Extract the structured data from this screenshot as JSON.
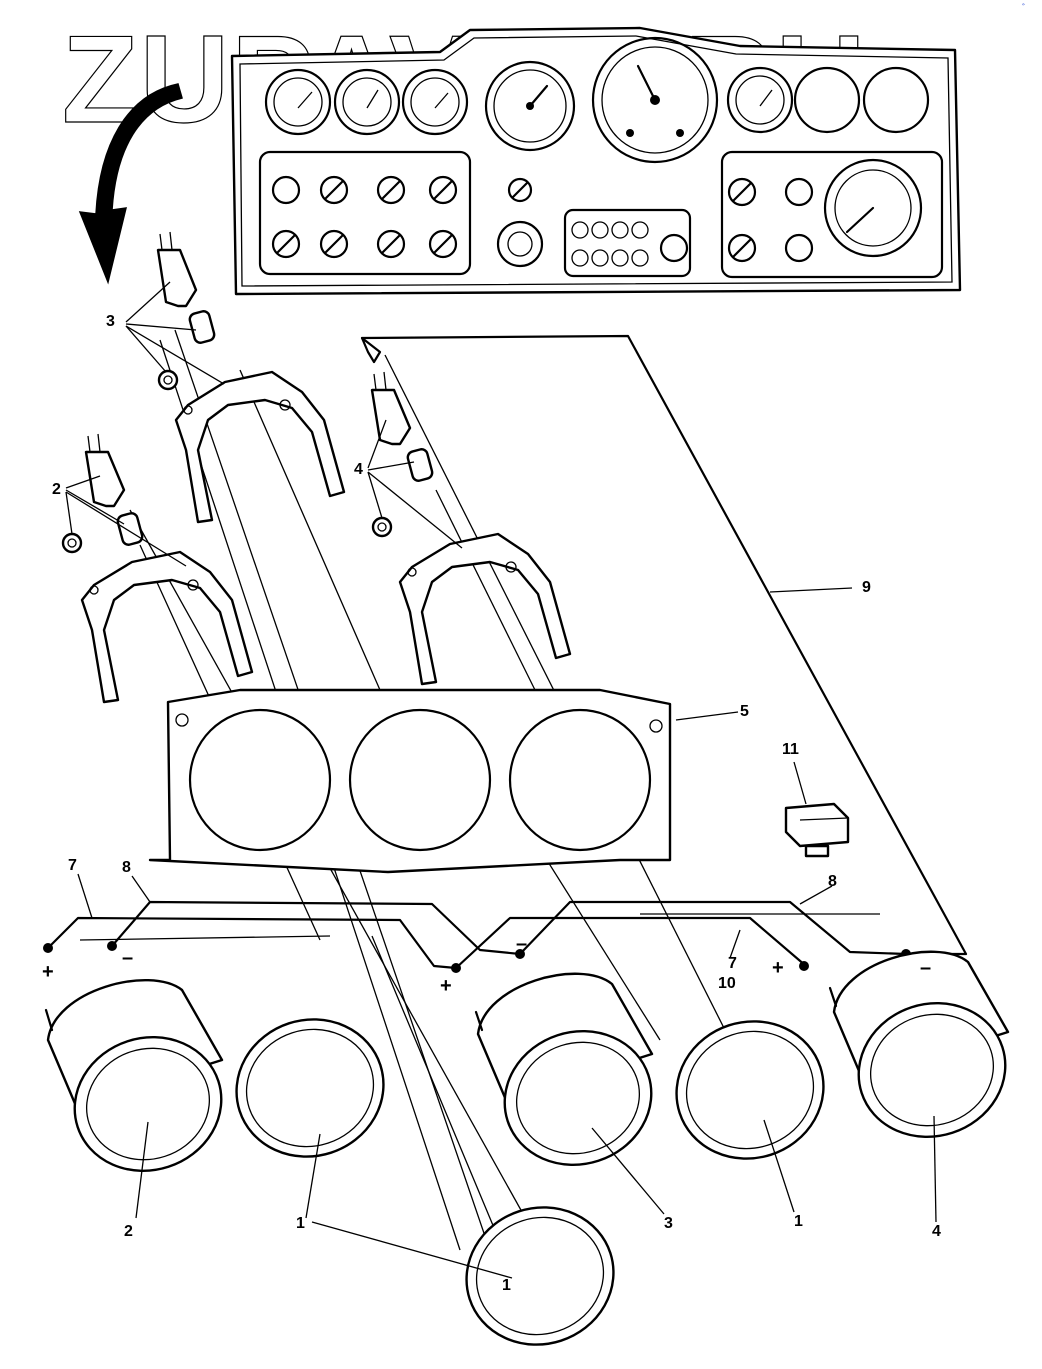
{
  "watermark": "ZUPAVTO.RU",
  "corner_mark": "ﾞ",
  "labels": {
    "part_1a": "1",
    "part_1b": "1",
    "part_1c": "1",
    "part_2_gauge": "2",
    "part_2_mount": "2",
    "part_3_gauge": "3",
    "part_3_mount": "3",
    "part_4_gauge": "4",
    "part_4_mount": "4",
    "part_5": "5",
    "part_7_left": "7",
    "part_7_right": "7",
    "part_8_left": "8",
    "part_8_right": "8",
    "part_9": "9",
    "part_10": "10",
    "part_11": "11"
  },
  "polarity": {
    "plus": "+",
    "minus": "–"
  },
  "colors": {
    "line": "#000000",
    "background": "#ffffff"
  }
}
